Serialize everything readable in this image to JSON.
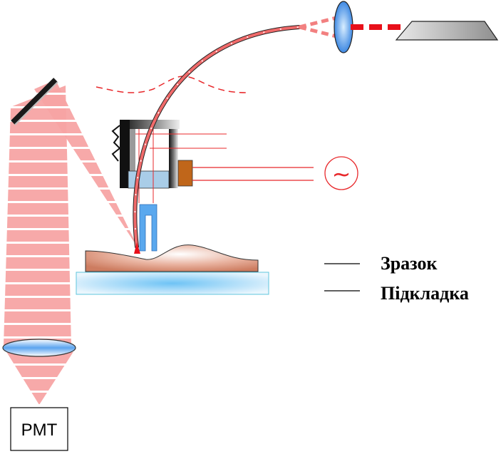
{
  "legend": {
    "sample_label": "Зразок",
    "substrate_label": "Підкладка"
  },
  "detector": {
    "label": "PMT"
  },
  "ac_source": {
    "symbol": "~"
  },
  "colors": {
    "beam": "#f4a0a0",
    "beam_dark": "#e8282b",
    "laser_dash": "#e8101a",
    "fiber": "#f06a6a",
    "sample": "#d88a70",
    "substrate": "#9fd6f5",
    "fork": "#5aa8ee",
    "piezo": "#c0661a",
    "lens": "#3b8fe8",
    "stand_dark": "#222222",
    "laser_body": "#a8a8a8"
  },
  "icons": {
    "mirror": "mirror-icon",
    "lens_top": "focusing-lens-icon",
    "lens_bottom": "collecting-lens-icon",
    "laser": "laser-source-icon",
    "generator": "ac-generator-icon"
  }
}
